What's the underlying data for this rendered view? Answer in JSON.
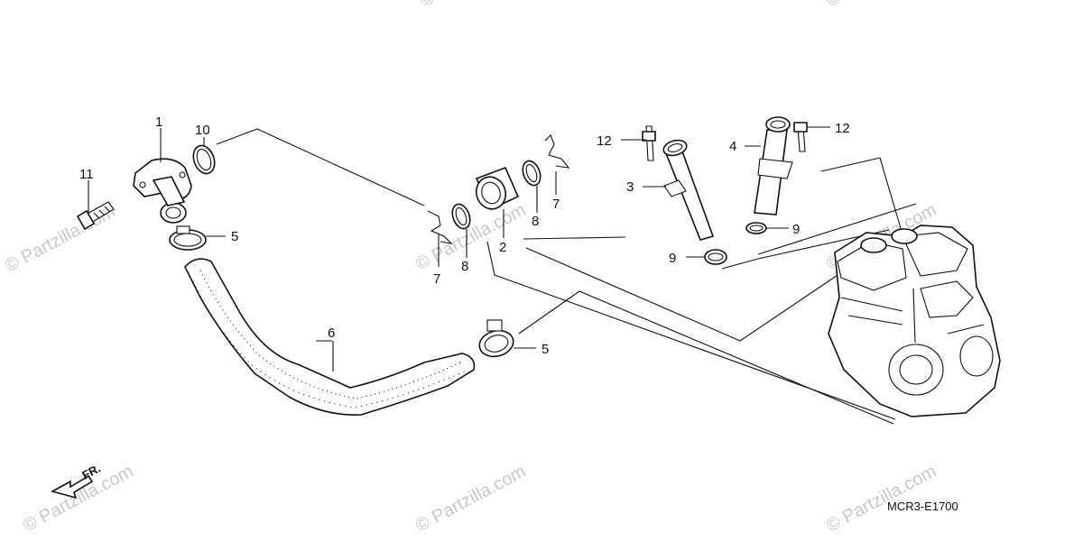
{
  "watermark": "© Partzilla.com",
  "diagram_code": "MCR3-E1700",
  "front_indicator": "FR.",
  "callouts": {
    "c1": "1",
    "c2": "2",
    "c3": "3",
    "c4": "4",
    "c5a": "5",
    "c5b": "5",
    "c6": "6",
    "c7a": "7",
    "c7b": "7",
    "c8a": "8",
    "c8b": "8",
    "c9a": "9",
    "c9b": "9",
    "c10": "10",
    "c11": "11",
    "c12a": "12",
    "c12b": "12"
  }
}
